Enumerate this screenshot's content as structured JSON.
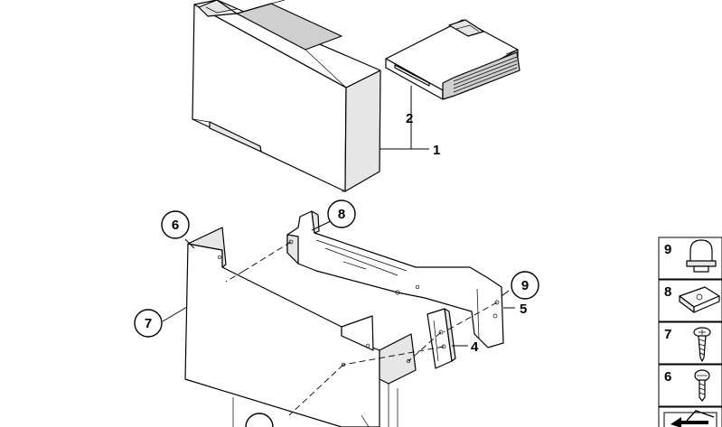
{
  "diagram": {
    "callouts": [
      {
        "id": "1",
        "label": "1"
      },
      {
        "id": "2",
        "label": "2"
      },
      {
        "id": "4",
        "label": "4"
      },
      {
        "id": "5",
        "label": "5"
      },
      {
        "id": "6",
        "label": "6"
      },
      {
        "id": "7",
        "label": "7"
      },
      {
        "id": "8",
        "label": "8"
      },
      {
        "id": "9",
        "label": "9"
      }
    ],
    "legend": [
      {
        "label": "9",
        "icon": "cap-nut-icon"
      },
      {
        "label": "8",
        "icon": "spring-nut-icon"
      },
      {
        "label": "7",
        "icon": "tapping-screw-icon"
      },
      {
        "label": "6",
        "icon": "oval-head-screw-icon"
      },
      {
        "label": "",
        "icon": "arrow-symbol-icon"
      }
    ]
  }
}
